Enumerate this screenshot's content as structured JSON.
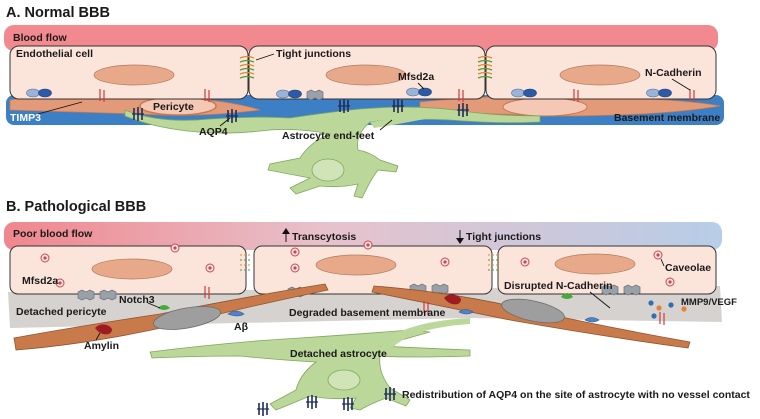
{
  "panel_a": {
    "title": "A. Normal BBB",
    "labels": {
      "blood_flow": "Blood flow",
      "endothelial_cell": "Endothelial cell",
      "tight_junctions": "Tight junctions",
      "mfsd2a": "Mfsd2a",
      "n_cadherin": "N-Cadherin",
      "pericyte": "Pericyte",
      "timp3": "TIMP3",
      "aqp4": "AQP4",
      "astrocyte_end_feet": "Astrocyte end-feet",
      "basement_membrane": "Basement membrane"
    }
  },
  "panel_b": {
    "title": "B. Pathological BBB",
    "labels": {
      "poor_blood_flow": "Poor blood flow",
      "transcytosis": "Transcytosis",
      "tight_junctions": "Tight junctions",
      "mfsd2a": "Mfsd2a",
      "caveolae": "Caveolae",
      "disrupted_n_cadherin": "Disrupted N-Cadherin",
      "notch3": "Notch3",
      "detached_pericyte": "Detached pericyte",
      "mmp9_vegf": "MMP9/VEGF",
      "a_beta": "Aβ",
      "degraded_basement_membrane": "Degraded basement membrane",
      "amylin": "Amylin",
      "detached_astrocyte": "Detached astrocyte",
      "aqp4_redistribution": "Redistribution of AQP4 on the site of astrocyte with no vessel contact"
    }
  },
  "colors": {
    "blood_flow_red": "#f2898f",
    "poor_flow_blue": "#b9cfe8",
    "endothelial_fill": "#fbe5da",
    "nucleus_fill": "#e7a98a",
    "pericyte_fill": "#e39a78",
    "pericyte_dark": "#c97a4b",
    "basement_blue": "#3d7fc4",
    "degraded_gray": "#d6d2cf",
    "astrocyte_green": "#bcd79a",
    "astrocyte_nucleus": "#d1e4b8",
    "aqp4_navy": "#1f2c5a",
    "amylin_red": "#9e1b22",
    "abeta_blue": "#4f83c7",
    "notch_green": "#46a83f"
  }
}
